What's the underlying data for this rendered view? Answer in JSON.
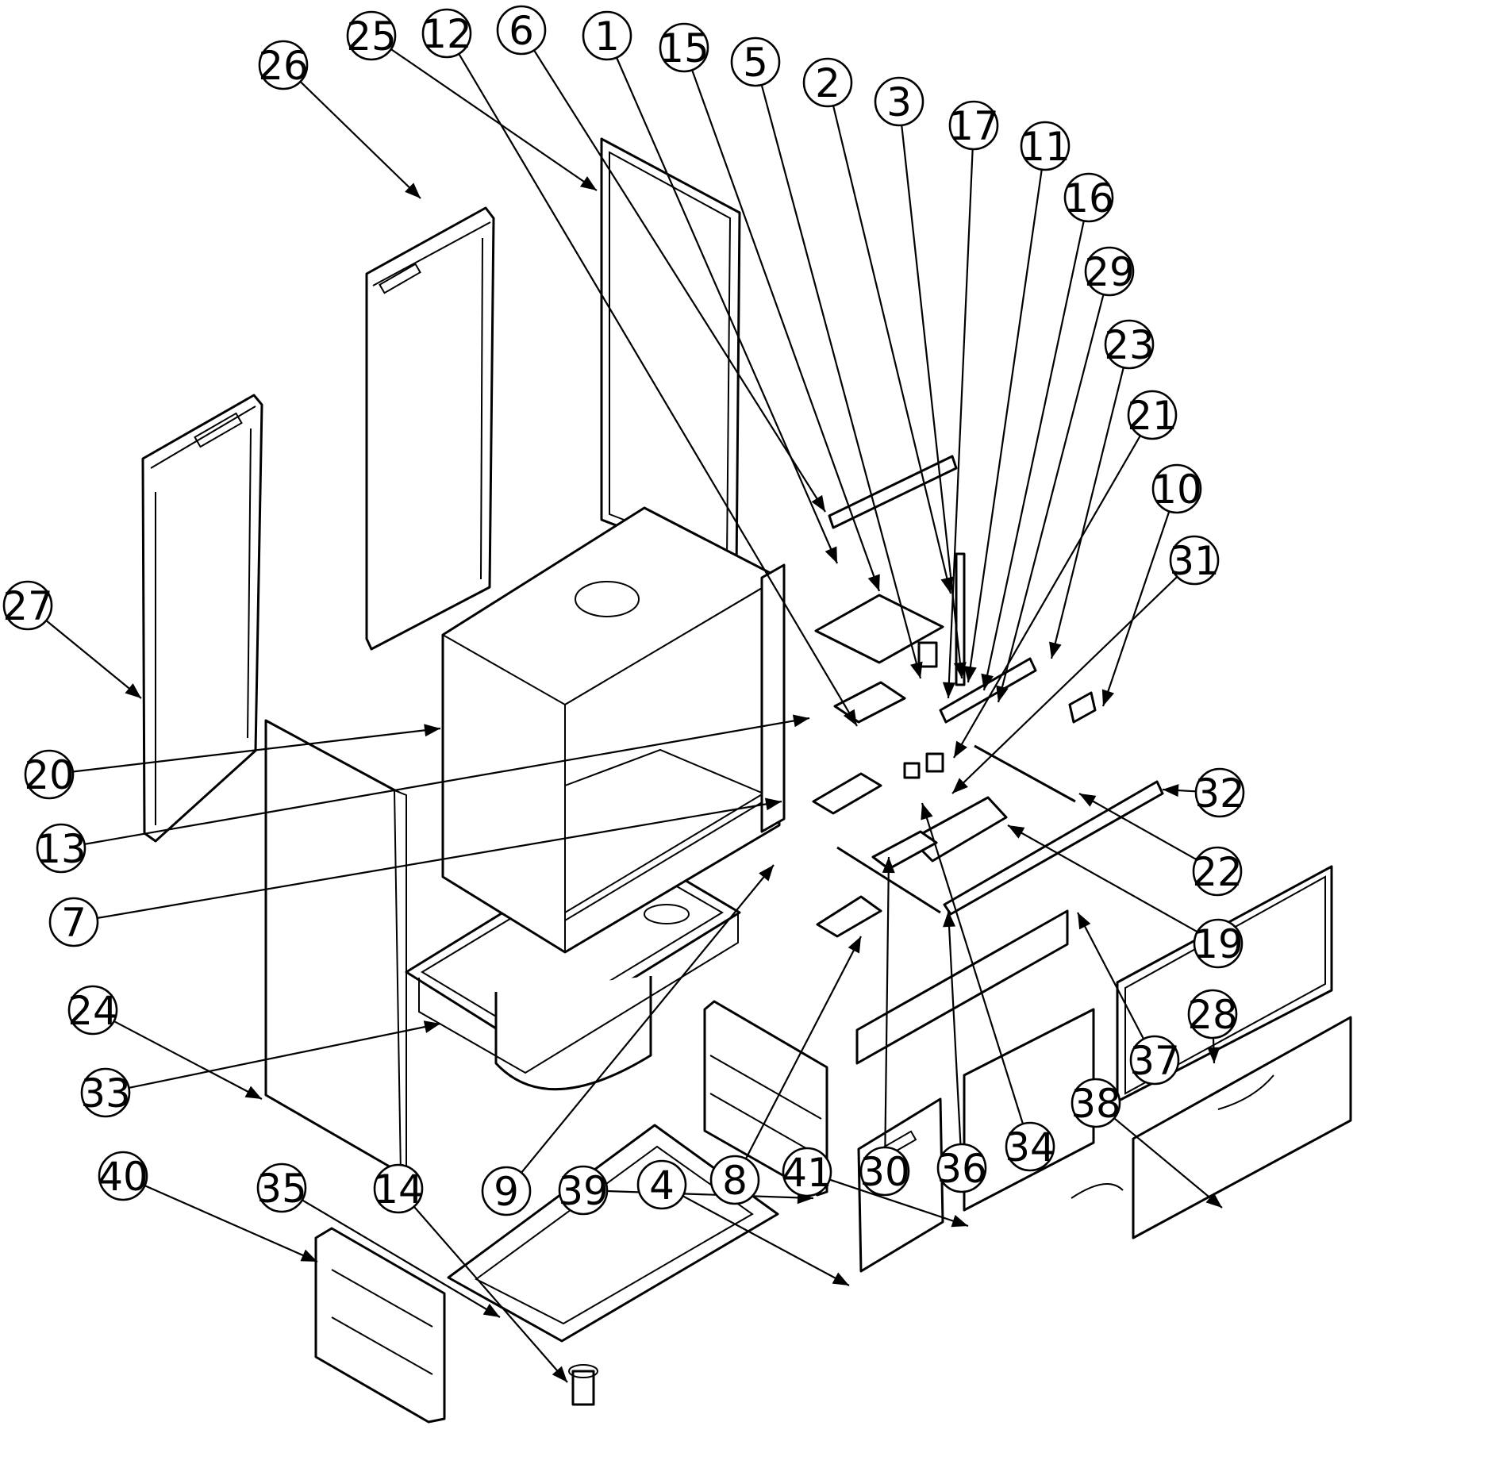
{
  "diagram": {
    "background": "#ffffff",
    "line_color": "#000000",
    "callouts": [
      {
        "id": "p26",
        "label": "26"
      },
      {
        "id": "p25",
        "label": "25"
      },
      {
        "id": "p12",
        "label": "12"
      },
      {
        "id": "p6",
        "label": "6"
      },
      {
        "id": "p1",
        "label": "1"
      },
      {
        "id": "p15",
        "label": "15"
      },
      {
        "id": "p5",
        "label": "5"
      },
      {
        "id": "p2",
        "label": "2"
      },
      {
        "id": "p3",
        "label": "3"
      },
      {
        "id": "p17",
        "label": "17"
      },
      {
        "id": "p11",
        "label": "11"
      },
      {
        "id": "p16",
        "label": "16"
      },
      {
        "id": "p29",
        "label": "29"
      },
      {
        "id": "p23",
        "label": "23"
      },
      {
        "id": "p21",
        "label": "21"
      },
      {
        "id": "p10",
        "label": "10"
      },
      {
        "id": "p31",
        "label": "31"
      },
      {
        "id": "p32",
        "label": "32"
      },
      {
        "id": "p22",
        "label": "22"
      },
      {
        "id": "p19",
        "label": "19"
      },
      {
        "id": "p28",
        "label": "28"
      },
      {
        "id": "p37",
        "label": "37"
      },
      {
        "id": "p38",
        "label": "38"
      },
      {
        "id": "p34",
        "label": "34"
      },
      {
        "id": "p36",
        "label": "36"
      },
      {
        "id": "p30",
        "label": "30"
      },
      {
        "id": "p41",
        "label": "41"
      },
      {
        "id": "p8",
        "label": "8"
      },
      {
        "id": "p4",
        "label": "4"
      },
      {
        "id": "p39",
        "label": "39"
      },
      {
        "id": "p9",
        "label": "9"
      },
      {
        "id": "p14",
        "label": "14"
      },
      {
        "id": "p35",
        "label": "35"
      },
      {
        "id": "p40",
        "label": "40"
      },
      {
        "id": "p33",
        "label": "33"
      },
      {
        "id": "p24",
        "label": "24"
      },
      {
        "id": "p7",
        "label": "7"
      },
      {
        "id": "p13",
        "label": "13"
      },
      {
        "id": "p20",
        "label": "20"
      },
      {
        "id": "p27",
        "label": "27"
      }
    ]
  }
}
